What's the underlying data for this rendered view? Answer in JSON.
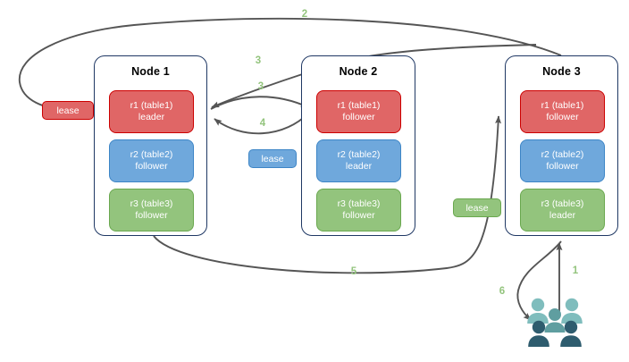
{
  "diagram": {
    "title": "Raft multi-replica lease diagram",
    "colors": {
      "red_fill": "#e06666",
      "red_stroke": "#cc0000",
      "blue_fill": "#6fa8dc",
      "blue_stroke": "#3d85c6",
      "green_fill": "#93c47d",
      "green_stroke": "#6aa84f",
      "node_border": "#1f3864",
      "arrow": "#555555",
      "step_label": "#93c47d",
      "people_light": "#7fbdbd",
      "people_mid": "#5f9ea0",
      "people_dark": "#2e5c6e"
    },
    "nodes": [
      {
        "title": "Node 1",
        "replicas": [
          {
            "name": "r1 (table1)",
            "role": "leader",
            "color": "red"
          },
          {
            "name": "r2 (table2)",
            "role": "follower",
            "color": "blue"
          },
          {
            "name": "r3 (table3)",
            "role": "follower",
            "color": "green"
          }
        ]
      },
      {
        "title": "Node 2",
        "replicas": [
          {
            "name": "r1 (table1)",
            "role": "follower",
            "color": "red"
          },
          {
            "name": "r2 (table2)",
            "role": "leader",
            "color": "blue"
          },
          {
            "name": "r3 (table3)",
            "role": "follower",
            "color": "green"
          }
        ]
      },
      {
        "title": "Node 3",
        "replicas": [
          {
            "name": "r1 (table1)",
            "role": "follower",
            "color": "red"
          },
          {
            "name": "r2 (table2)",
            "role": "follower",
            "color": "blue"
          },
          {
            "name": "r3 (table3)",
            "role": "leader",
            "color": "green"
          }
        ]
      }
    ],
    "leases": [
      {
        "label": "lease",
        "color": "red"
      },
      {
        "label": "lease",
        "color": "blue"
      },
      {
        "label": "lease",
        "color": "green"
      }
    ],
    "steps": [
      {
        "id": "1",
        "label": "1"
      },
      {
        "id": "2",
        "label": "2"
      },
      {
        "id": "3a",
        "label": "3"
      },
      {
        "id": "3b",
        "label": "3"
      },
      {
        "id": "4",
        "label": "4"
      },
      {
        "id": "5",
        "label": "5"
      },
      {
        "id": "6",
        "label": "6"
      }
    ],
    "actor": {
      "name": "users-icon",
      "count": 5
    }
  }
}
